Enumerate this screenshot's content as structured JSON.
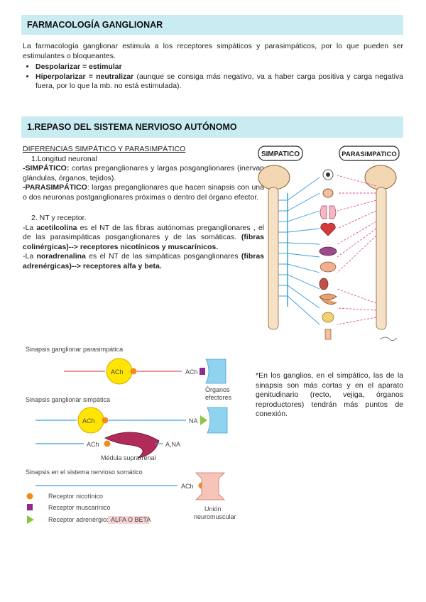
{
  "section1": {
    "title": "FARMACOLOGÍA GANGLIONAR",
    "intro": "La farmacología ganglionar estimula a los receptores simpáticos y parasimpáticos, por lo que pueden ser estimulantes o bloqueantes.",
    "bullets": [
      {
        "bold": "Despolarizar = estimular",
        "rest": ""
      },
      {
        "bold": "Hiperpolarizar = neutralizar",
        "rest": " (aunque se consiga más negativo, va a haber carga positiva y carga negativa fuera, por lo que la mb. no está estimulada)."
      }
    ]
  },
  "section2": {
    "title": "1.REPASO DEL SISTEMA NERVIOSO AUTÓNOMO",
    "subtitle": "DIFERENCIAS SIMPÁTICO Y PARASIMPÁTICO",
    "item1": "1.Longitud neuronal",
    "simp_label": "-SIMPÁTICO:",
    "simp_text": " cortas preganglionares y largas posganglionares (inervan glándulas, órganos, tejidos).",
    "para_label": "-PARASIMPÁTICO",
    "para_text": ": largas preganglionares que hacen sinapsis con una o dos neuronas postganglionares próximas o dentro del órgano efector.",
    "item2": "2. NT y receptor.",
    "ach_pre": "-La ",
    "ach_bold": "acetilcolina",
    "ach_mid": " es el NT de las fibras autónomas preganglionares , el de las parasimpáticas posganglionares y de las somáticas. ",
    "ach_end": "(fibras colinérgicas)--> receptores nicotínicos y muscarínicos.",
    "na_pre": "-La ",
    "na_bold": "noradrenalina",
    "na_mid": " es el NT de las simpáticas posganglionares ",
    "na_end": "(fibras adrenérgicas)--> receptores alfa y beta."
  },
  "anatomy": {
    "simp_tag": "SIMPATICO",
    "para_tag": "PARASIMPATICO"
  },
  "synapse_diagram": {
    "title_para": "Sinapsis ganglionar parasimpática",
    "title_simp": "Sinapsis ganglionar simpática",
    "title_somatic": "Sinapsis en el sistema nervioso somático",
    "ach": "ACh",
    "na": "NA",
    "a_na": "A,NA",
    "organos": "Órganos",
    "efectores": "efectores",
    "medula": "Médula suprarrenal",
    "union": "Unión",
    "neuromuscular": "neuromuscular",
    "legend": [
      "Receptor nicotínico",
      "Receptor muscarínico",
      "Receptor adrenérgico"
    ],
    "alfa_beta": "ALFA O BETA"
  },
  "note": "*En los ganglios, en el simpático, las de la sinapsis son más cortas y en el aparato genitudinario (recto, vejiga, órganos reproductores) tendrán más puntos de conexión.",
  "colors": {
    "header_bg": "#c9ecf2",
    "sympathetic": "#3aa0d8",
    "parasympathetic": "#e04aa0",
    "preganglionic": "#e05555",
    "ach_circle": "#ffe600",
    "nicotinic": "#f08c1e",
    "muscarinic": "#8e2a8e",
    "adrenergic": "#8cc63f"
  }
}
